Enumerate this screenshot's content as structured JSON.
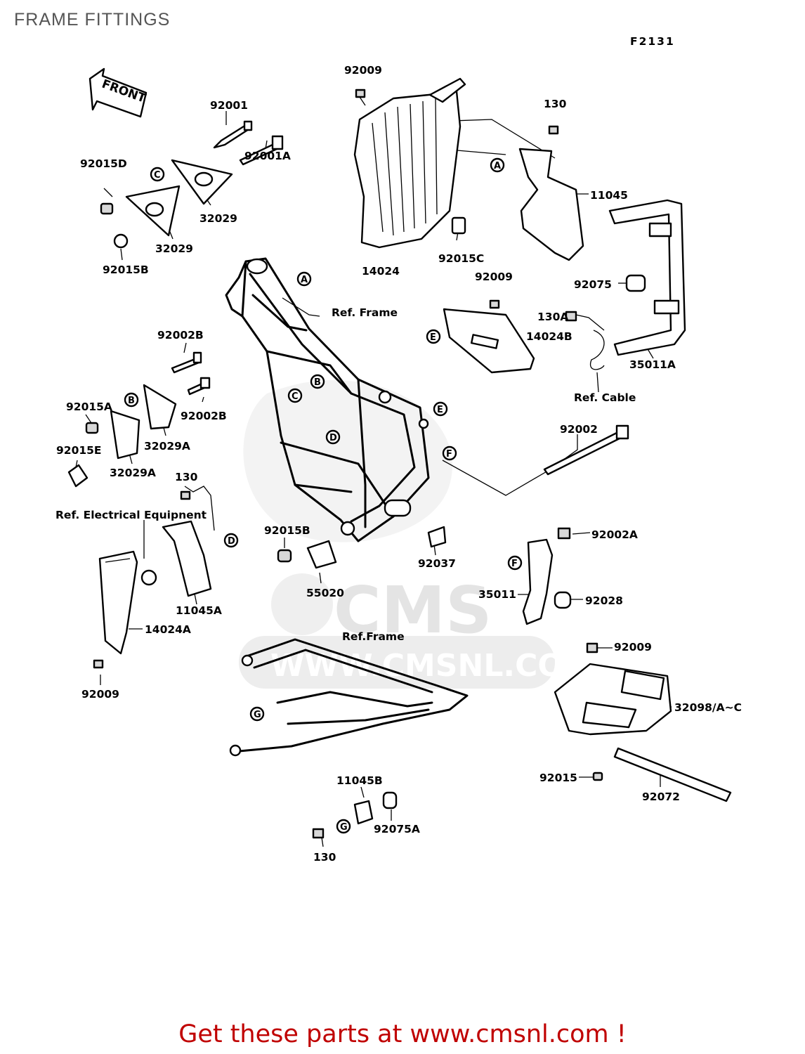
{
  "header": {
    "title": "FRAME FITTINGS",
    "figure_code": "F2131"
  },
  "front_arrow": {
    "text": "FRONT"
  },
  "watermark": {
    "brand": "CMS",
    "site": "WWW.CMSNL.COM"
  },
  "labels": {
    "p92009_top": "92009",
    "p92001": "92001",
    "p130_top": "130",
    "p92001A": "92001A",
    "p92015D": "92015D",
    "p32029_a": "32029",
    "p32029_b": "32029",
    "p92015B_top": "92015B",
    "p11045": "11045",
    "p14024": "14024",
    "p92015C": "92015C",
    "p92009_mid": "92009",
    "p92075": "92075",
    "p130A": "130A",
    "p14024B": "14024B",
    "p35011A": "35011A",
    "ref_frame_top": "Ref. Frame",
    "ref_cable": "Ref. Cable",
    "p92002B_a": "92002B",
    "p92002B_b": "92002B",
    "p92015A": "92015A",
    "p32029A_a": "32029A",
    "p32029A_b": "32029A",
    "p92015E": "92015E",
    "p92002": "92002",
    "p130_mid": "130",
    "ref_electrical": "Ref. Electrical Equipnent",
    "p92015B_mid": "92015B",
    "p92037": "92037",
    "p92002A": "92002A",
    "p55020": "55020",
    "p35011": "35011",
    "p92028": "92028",
    "p11045A": "11045A",
    "p14024A": "14024A",
    "ref_frame_bottom": "Ref.Frame",
    "p92009_right": "92009",
    "p92009_left": "92009",
    "p32098": "32098/A~C",
    "p92015": "92015",
    "p92072": "92072",
    "p11045B": "11045B",
    "p92075A": "92075A",
    "p130_bottom": "130"
  },
  "callouts": {
    "A1": "A",
    "A2": "A",
    "B1": "B",
    "B2": "B",
    "C1": "C",
    "C2": "C",
    "D1": "D",
    "D2": "D",
    "E1": "E",
    "E2": "E",
    "F1": "F",
    "F2": "F",
    "G1": "G",
    "G2": "G"
  },
  "footer": {
    "text": "Get these parts at www.cmsnl.com !"
  }
}
